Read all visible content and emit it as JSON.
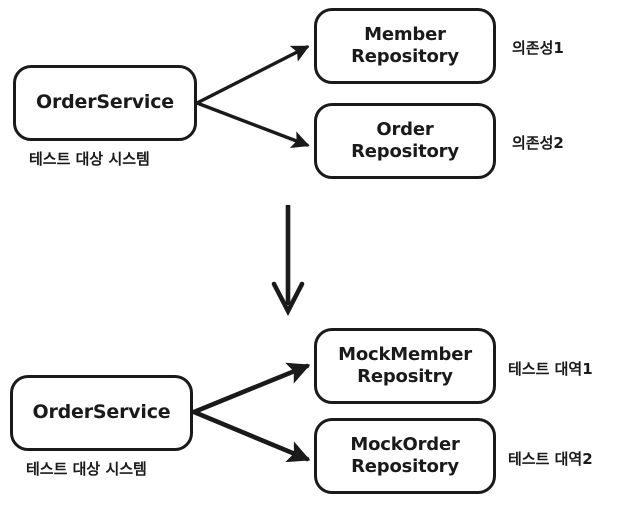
{
  "diagram": {
    "title_text": "",
    "colors": {
      "background": "#ffffff",
      "stroke": "#1a1a1a",
      "node_fill": "#ffffff",
      "text": "#1a1a1a"
    },
    "top_section": {
      "sut": {
        "box_label": "OrderService",
        "caption": "테스트 대상 시스템"
      },
      "dependencies": [
        {
          "box_label": "Member\nRepository",
          "note": "의존성1"
        },
        {
          "box_label": "Order\nRepository",
          "note": "의존성2"
        }
      ]
    },
    "transition_arrow": {
      "icon": "down-arrow-icon",
      "direction": "down"
    },
    "bottom_section": {
      "sut": {
        "box_label": "OrderService",
        "caption": "테스트 대상 시스템"
      },
      "test_doubles": [
        {
          "box_label": "MockMember\nRepositry",
          "note": "테스트 대역1"
        },
        {
          "box_label": "MockOrder\nRepository",
          "note": "테스트 대역2"
        }
      ]
    }
  }
}
